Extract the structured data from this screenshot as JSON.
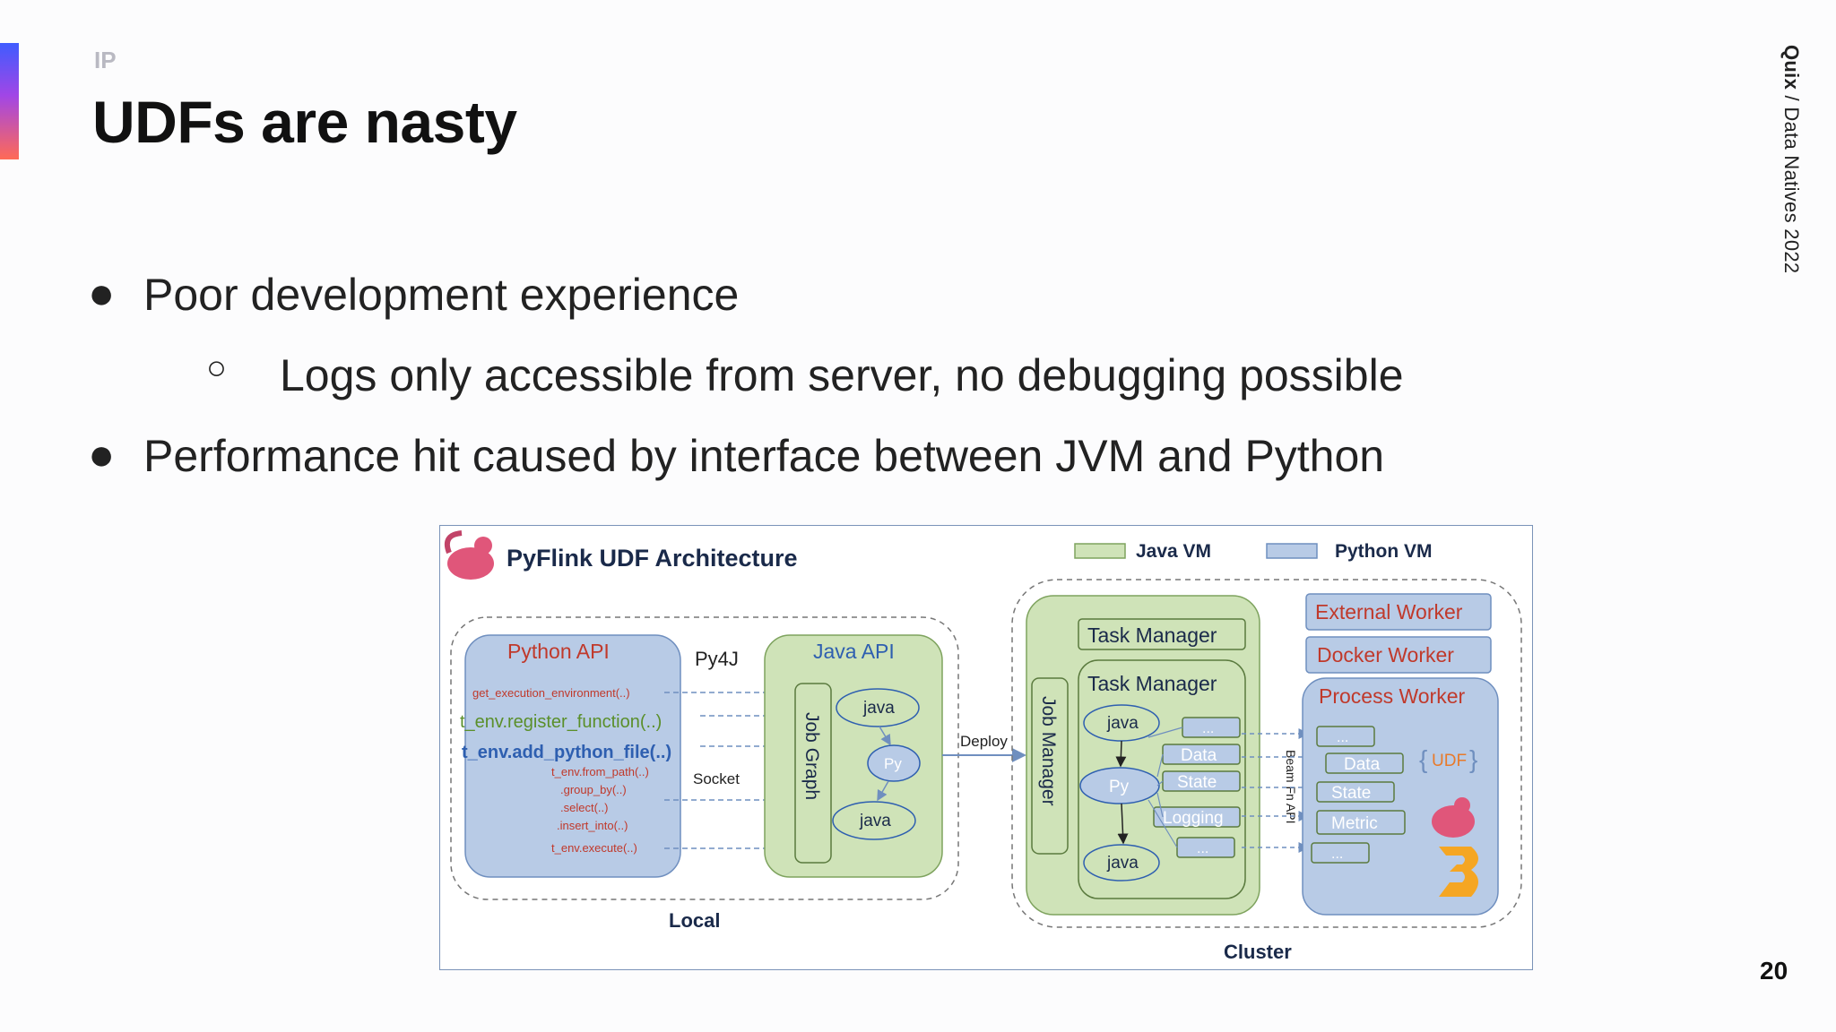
{
  "slide": {
    "section_label": "IP",
    "title": "UDFs are nasty",
    "side_credit_bold": "Quix",
    "side_credit_rest": " / Data Natives 2022",
    "page_number": "20"
  },
  "bullets": [
    {
      "marker": "●",
      "text": "Poor development experience"
    },
    {
      "marker": "○",
      "text": "Logs only accessible from server, no debugging possible"
    },
    {
      "marker": "●",
      "text": "Performance hit caused by interface between JVM and Python"
    }
  ],
  "diagram": {
    "title": "PyFlink UDF Architecture",
    "legend_java": "Java VM",
    "legend_python": "Python VM",
    "python_api": "Python API",
    "py4j": "Py4J",
    "java_api": "Java API",
    "job_graph": "Job Graph",
    "java_node": "java",
    "py_node": "Py",
    "socket": "Socket",
    "deploy": "Deploy",
    "local": "Local",
    "cluster": "Cluster",
    "job_manager": "Job Manager",
    "task_manager": "Task Manager",
    "data": "Data",
    "state": "State",
    "logging": "Logging",
    "ellipsis": "...",
    "beam_api": "Beam Fn API",
    "external_worker": "External Worker",
    "docker_worker": "Docker Worker",
    "process_worker": "Process Worker",
    "metric": "Metric",
    "udf": "UDF",
    "code_lines": [
      "get_execution_environment(..)",
      "t_env.register_function(..)",
      "t_env.add_python_file(..)",
      "t_env.from_path(..)",
      ".group_by(..)",
      ".select(..)",
      ".insert_into(..)",
      "t_env.execute(..)"
    ],
    "colors": {
      "java_fill": "#cfe3b8",
      "java_stroke": "#7ea35e",
      "python_fill": "#b8cbe6",
      "python_stroke": "#6f8fbf",
      "red_text": "#c0392b",
      "green_text": "#5a8f2a",
      "blue_text": "#2e5fb0",
      "orange": "#e87a2a"
    }
  }
}
